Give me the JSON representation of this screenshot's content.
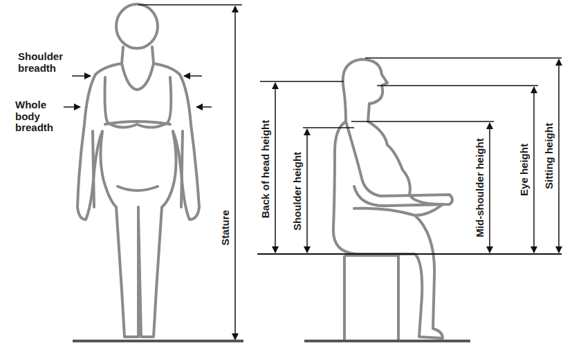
{
  "diagram": {
    "labels": [
      "Shoulder breadth",
      "Whole body breadth",
      "Stature",
      "Back of head height",
      "Shoulder height",
      "Mid-shoulder height",
      "Eye height",
      "Sitting height"
    ]
  }
}
